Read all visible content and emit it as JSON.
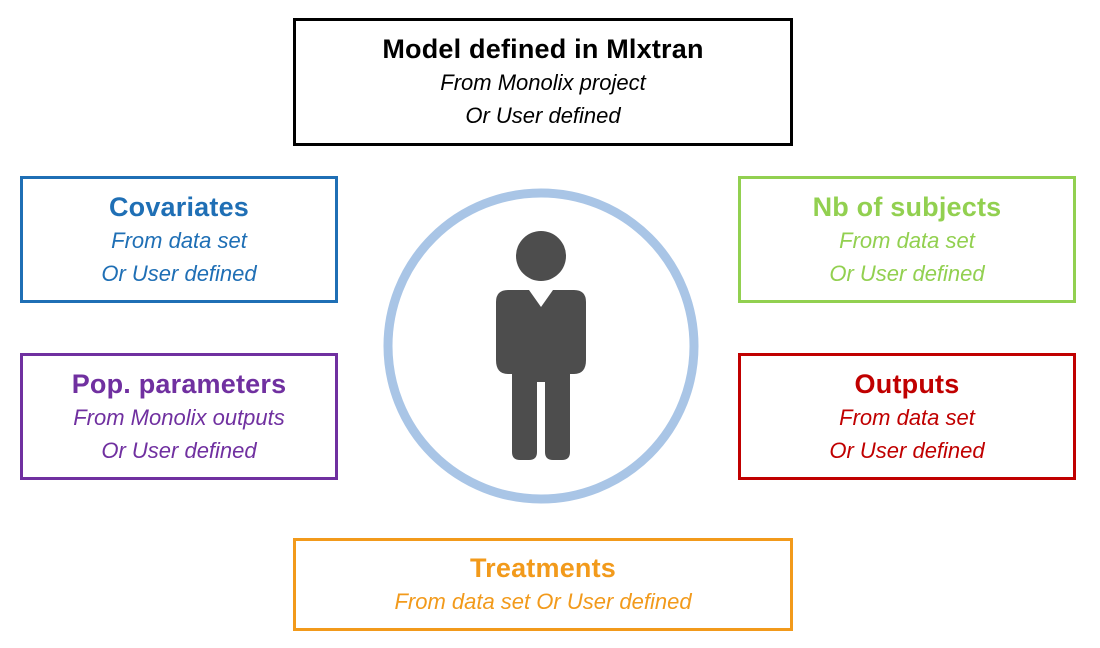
{
  "colors": {
    "model": "#000000",
    "covariates": "#1F6FB5",
    "nb_subjects": "#92D050",
    "pop_parameters": "#7030A0",
    "outputs": "#C00000",
    "treatments": "#F29A1B",
    "ring": "#A9C5E6",
    "person": "#4D4D4D"
  },
  "model": {
    "title": "Model defined in Mlxtran",
    "line1": "From Monolix project",
    "line2": "Or User defined"
  },
  "covariates": {
    "title": "Covariates",
    "line1": "From data set",
    "line2": "Or User defined"
  },
  "nb_subjects": {
    "title": "Nb of subjects",
    "line1": "From data set",
    "line2": "Or User defined"
  },
  "pop_parameters": {
    "title": "Pop. parameters",
    "line1": "From Monolix outputs",
    "line2": "Or User defined"
  },
  "outputs": {
    "title": "Outputs",
    "line1": "From data set",
    "line2": "Or User defined"
  },
  "treatments": {
    "title": "Treatments",
    "line1": "From data set Or User defined"
  },
  "center": {
    "icon": "person-icon"
  }
}
